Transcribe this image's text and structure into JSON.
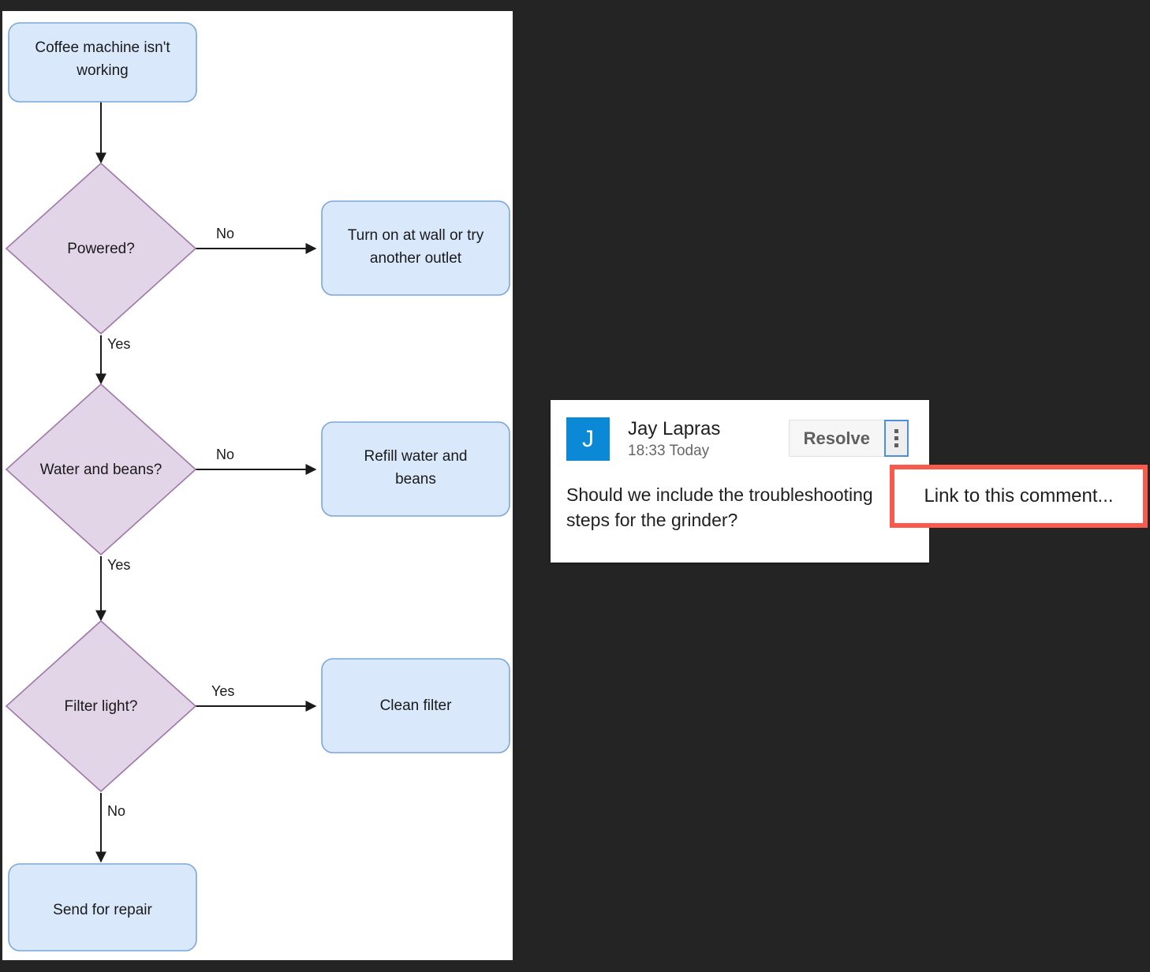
{
  "canvas": {
    "background": "#ffffff",
    "page_background": "#242424"
  },
  "diagram": {
    "type": "flowchart",
    "colors": {
      "process_fill": "#dae8fc",
      "process_stroke": "#7aa7d9",
      "decision_fill": "#e1d5e7",
      "decision_stroke": "#9f77a8",
      "edge": "#1a1a1a"
    },
    "nodes": [
      {
        "id": "start",
        "shape": "process",
        "label_line1": "Coffee machine isn't",
        "label_line2": "working"
      },
      {
        "id": "powered",
        "shape": "decision",
        "label_line1": "Powered?",
        "label_line2": ""
      },
      {
        "id": "outlet",
        "shape": "process",
        "label_line1": "Turn on at wall or try",
        "label_line2": "another outlet"
      },
      {
        "id": "waterbeans",
        "shape": "decision",
        "label_line1": "Water and beans?",
        "label_line2": ""
      },
      {
        "id": "refill",
        "shape": "process",
        "label_line1": "Refill water and",
        "label_line2": "beans"
      },
      {
        "id": "filter",
        "shape": "decision",
        "label_line1": "Filter light?",
        "label_line2": ""
      },
      {
        "id": "clean",
        "shape": "process",
        "label_line1": "Clean filter",
        "label_line2": ""
      },
      {
        "id": "repair",
        "shape": "process",
        "label_line1": "Send for repair",
        "label_line2": ""
      }
    ],
    "edges": [
      {
        "from": "start",
        "to": "powered",
        "label": ""
      },
      {
        "from": "powered",
        "to": "outlet",
        "label": "No"
      },
      {
        "from": "powered",
        "to": "waterbeans",
        "label": "Yes"
      },
      {
        "from": "waterbeans",
        "to": "refill",
        "label": "No"
      },
      {
        "from": "waterbeans",
        "to": "filter",
        "label": "Yes"
      },
      {
        "from": "filter",
        "to": "clean",
        "label": "Yes"
      },
      {
        "from": "filter",
        "to": "repair",
        "label": "No"
      }
    ]
  },
  "comment": {
    "avatar_initial": "J",
    "avatar_color": "#0b88d6",
    "author": "Jay Lapras",
    "timestamp": "18:33 Today",
    "resolve_label": "Resolve",
    "kebab_icon": "more-vertical-icon",
    "body": "Should we include the troubleshooting steps for the grinder?"
  },
  "context_menu": {
    "highlight_color": "#fa5a4b",
    "items": [
      {
        "label": "Link to this comment..."
      }
    ]
  }
}
